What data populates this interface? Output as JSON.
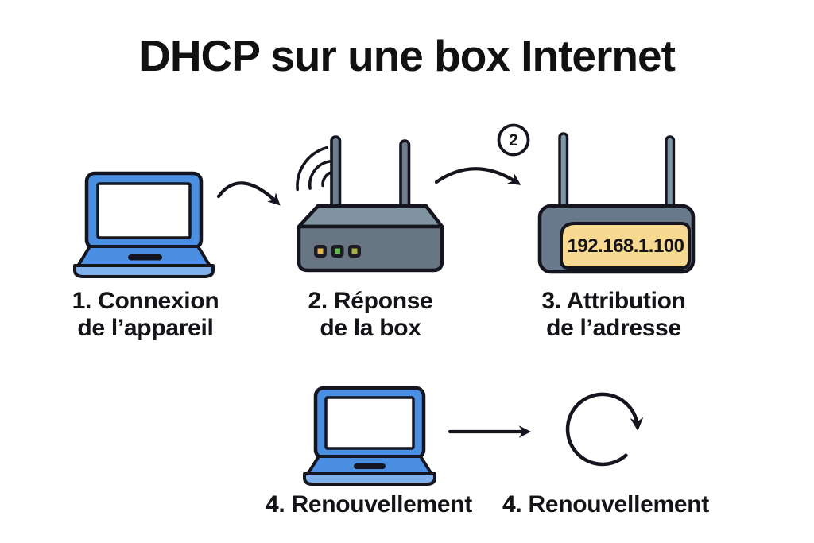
{
  "title": "DHCP sur une box Internet",
  "steps": {
    "step1": {
      "line1": "1. Connexion",
      "line2": "de l’appareil"
    },
    "step2": {
      "line1": "2. Réponse",
      "line2": "de la box"
    },
    "step3": {
      "line1": "3. Attribution",
      "line2": "de l’adresse"
    },
    "step4_device": {
      "line1": "4. Renouvellement"
    },
    "step4_cycle": {
      "line1": "4. Renouvellement"
    }
  },
  "router": {
    "ip_address": "192.168.1.100",
    "led_colors": [
      "#e8b64a",
      "#62b84e",
      "#a8b23e"
    ]
  },
  "badge": {
    "value": "2"
  },
  "icons": {
    "device": "laptop-icon",
    "box": "router-icon",
    "box_with_address": "router-ip-icon",
    "signal": "wifi-waves-icon",
    "flow1": "curved-arrow-right-icon",
    "flow2": "curved-arrow-right-icon",
    "flow3": "straight-arrow-right-icon",
    "renewal": "refresh-cycle-icon"
  },
  "colors": {
    "background": "#ffffff",
    "outline": "#15151f",
    "text": "#141418",
    "laptop_blue": "#4a8fe2",
    "laptop_lip_blue": "#7fb0ec",
    "screen_white": "#ffffff",
    "router_body_gray": "#687684",
    "router_top_gray": "#8093a1",
    "router2_body_gray": "#697a8c",
    "antenna_gray": "#6d7f8c",
    "antenna_blue_gray": "#7e97a8",
    "ip_panel_yellow": "#f8d991",
    "led_bezel": "#1b1b24"
  }
}
